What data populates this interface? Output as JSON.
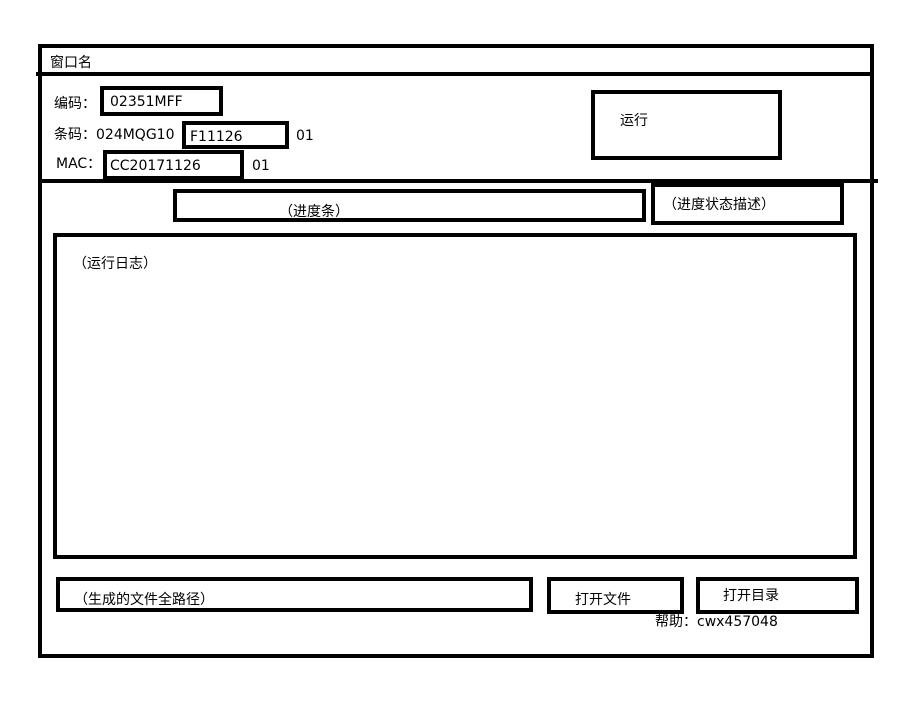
{
  "window": {
    "title": "窗口名"
  },
  "fields": {
    "code_label": "编码：",
    "code_value": "02351MFF",
    "barcode_label": "条码：",
    "barcode_prefix": "024MQG10",
    "barcode_value": "F11126",
    "barcode_suffix": "01",
    "mac_label": "MAC：",
    "mac_value": "CC20171126",
    "mac_suffix": "01"
  },
  "buttons": {
    "run": "运行",
    "open_file": "打开文件",
    "open_dir": "打开目录"
  },
  "progress": {
    "bar_label": "（进度条）",
    "status_label": "（进度状态描述）"
  },
  "log": {
    "placeholder": "（运行日志）"
  },
  "output": {
    "path_placeholder": "（生成的文件全路径）"
  },
  "help": {
    "label": "帮助：",
    "contact": "cwx457048"
  }
}
